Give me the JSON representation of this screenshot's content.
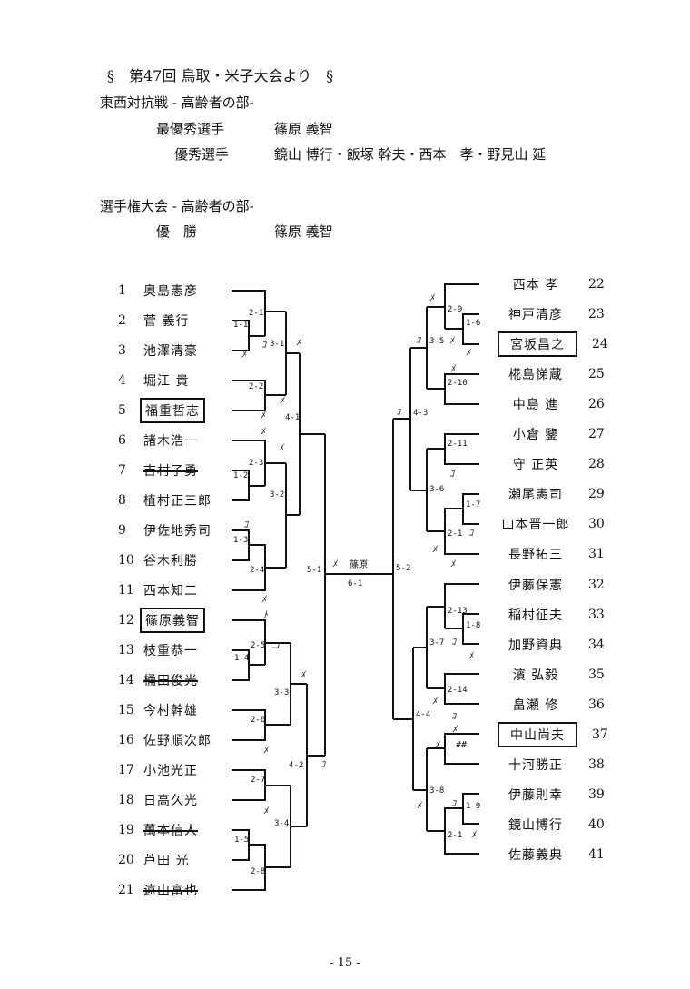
{
  "header": {
    "title": "§　第47回 鳥取・米子大会より　§",
    "section1": "東西対抗戦 - 高齢者の部-",
    "mvp_label": "最優秀選手",
    "mvp_name": "篠原 義智",
    "excellent_label": "優秀選手",
    "excellent_names": "鏡山 博行・飯塚 幹夫・西本　孝・野見山 延",
    "section2": "選手権大会 - 高齢者の部-",
    "winner_label": "優　勝",
    "winner_name": "篠原 義智"
  },
  "left_players": [
    {
      "num": "1",
      "name": "奥島憲彦"
    },
    {
      "num": "2",
      "name": "菅 義行"
    },
    {
      "num": "3",
      "name": "池澤清豪"
    },
    {
      "num": "4",
      "name": "堀江 貴"
    },
    {
      "num": "5",
      "name": "福重哲志",
      "boxed": true
    },
    {
      "num": "6",
      "name": "諸木浩一"
    },
    {
      "num": "7",
      "name": "吉村子勇",
      "struck": true
    },
    {
      "num": "8",
      "name": "植村正三郎"
    },
    {
      "num": "9",
      "name": "伊佐地秀司"
    },
    {
      "num": "10",
      "name": "谷木利勝"
    },
    {
      "num": "11",
      "name": "西本知二"
    },
    {
      "num": "12",
      "name": "篠原義智",
      "boxed": true
    },
    {
      "num": "13",
      "name": "枝重恭一"
    },
    {
      "num": "14",
      "name": "桶田俊光",
      "struck": true
    },
    {
      "num": "15",
      "name": "今村幹雄"
    },
    {
      "num": "16",
      "name": "佐野順次郎"
    },
    {
      "num": "17",
      "name": "小池光正"
    },
    {
      "num": "18",
      "name": "日高久光"
    },
    {
      "num": "19",
      "name": "萬本信人",
      "struck": true
    },
    {
      "num": "20",
      "name": "芦田 光"
    },
    {
      "num": "21",
      "name": "遠山富也",
      "struck": true
    }
  ],
  "right_players": [
    {
      "num": "22",
      "name": "西本 孝"
    },
    {
      "num": "23",
      "name": "神戸清彦"
    },
    {
      "num": "24",
      "name": "宮坂昌之",
      "boxed": true
    },
    {
      "num": "25",
      "name": "椛島悌蔵"
    },
    {
      "num": "26",
      "name": "中島 進"
    },
    {
      "num": "27",
      "name": "小倉 鑒"
    },
    {
      "num": "28",
      "name": "守 正英"
    },
    {
      "num": "29",
      "name": "瀬尾憲司"
    },
    {
      "num": "30",
      "name": "山本晋一郎"
    },
    {
      "num": "31",
      "name": "長野拓三"
    },
    {
      "num": "32",
      "name": "伊藤保憲"
    },
    {
      "num": "33",
      "name": "稲村征夫"
    },
    {
      "num": "34",
      "name": "加野資典"
    },
    {
      "num": "35",
      "name": "濱 弘毅"
    },
    {
      "num": "36",
      "name": "畠瀬 修"
    },
    {
      "num": "37",
      "name": "中山尚夫",
      "boxed": true
    },
    {
      "num": "38",
      "name": "十河勝正"
    },
    {
      "num": "39",
      "name": "伊藤則幸"
    },
    {
      "num": "40",
      "name": "鏡山博行"
    },
    {
      "num": "41",
      "name": "佐藤義典"
    }
  ],
  "bracket": {
    "matches": [
      "2-1",
      "1-1",
      "3-1",
      "2-2",
      "4-1",
      "2-3",
      "1-2",
      "3-2",
      "1-3",
      "2-4",
      "5-1",
      "2-5",
      "1-4",
      "3-3",
      "2-6",
      "4-2",
      "2-7",
      "3-4",
      "1-5",
      "2-8",
      "2-9",
      "1-6",
      "3-5",
      "2-10",
      "4-3",
      "2-11",
      "3-6",
      "1-7",
      "2-1",
      "5-2",
      "2-13",
      "1-8",
      "3-7",
      "2-14",
      "4-4",
      "3-8",
      "1-9",
      "2-1"
    ],
    "final_label": "6-1",
    "final_winner": "篠原",
    "marks": {
      "me": "ﾒ",
      "ko": "ｺ",
      "to": "ﾄ",
      "koBig": "コ",
      "hash": "##"
    }
  },
  "footer": {
    "page": "- 15 -"
  }
}
